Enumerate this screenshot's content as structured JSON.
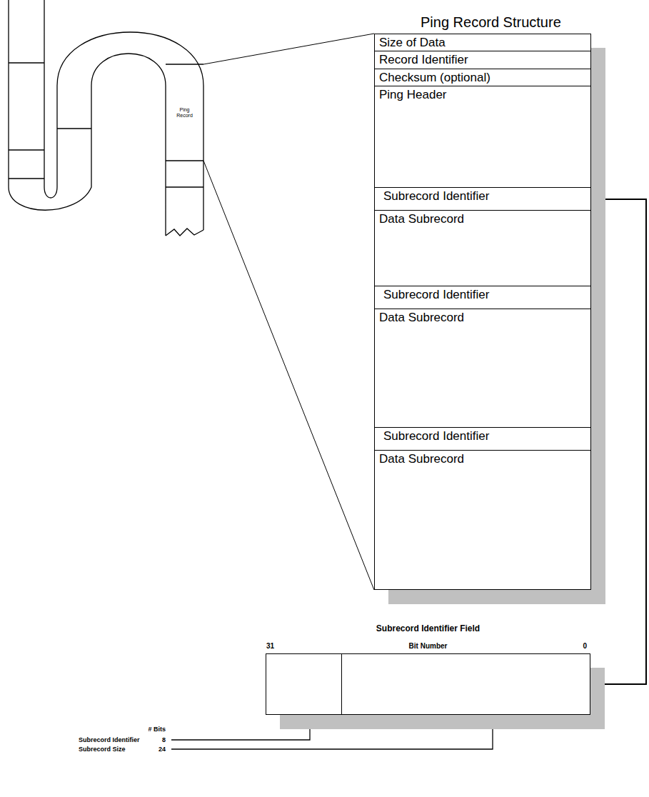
{
  "diagram": {
    "nodes": [
      {
        "text": [
          "Ping Record"
        ]
      },
      {
        "text": [
          "Ping Record Structure"
        ]
      },
      {
        "text": [
          "Size of Data"
        ],
        "in": 1
      },
      {
        "text": [
          "Record Identifier"
        ],
        "in": 1
      },
      {
        "text": [
          "Checksum (optional)"
        ],
        "in": 1
      },
      {
        "text": [
          "Ping Header"
        ],
        "in": 1
      },
      {
        "text": [
          "Subrecord Identifier"
        ],
        "in": 1
      },
      {
        "text": [
          "Data Subrecord"
        ],
        "in": 1
      },
      {
        "text": [
          "Subrecord Identifier"
        ],
        "in": 1
      },
      {
        "text": [
          "Data Subrecord"
        ],
        "in": 1
      },
      {
        "text": [
          "Subrecord Identifier"
        ],
        "in": 1
      },
      {
        "text": [
          "Data Subrecord"
        ],
        "in": 1
      },
      {
        "text": [
          "Subrecord Identifier Field",
          "31",
          "Bit Number",
          "0"
        ]
      }
    ],
    "edges": [
      {
        "from": 0,
        "to": 1,
        "arrow": "none"
      },
      {
        "from": 0,
        "to": 1,
        "arrow": "none"
      },
      {
        "from": 6,
        "to": 12,
        "arrow": "to"
      }
    ],
    "labels": [
      "# Bits",
      "Subrecord Identifier",
      "8",
      "Subrecord Size",
      "24"
    ]
  }
}
